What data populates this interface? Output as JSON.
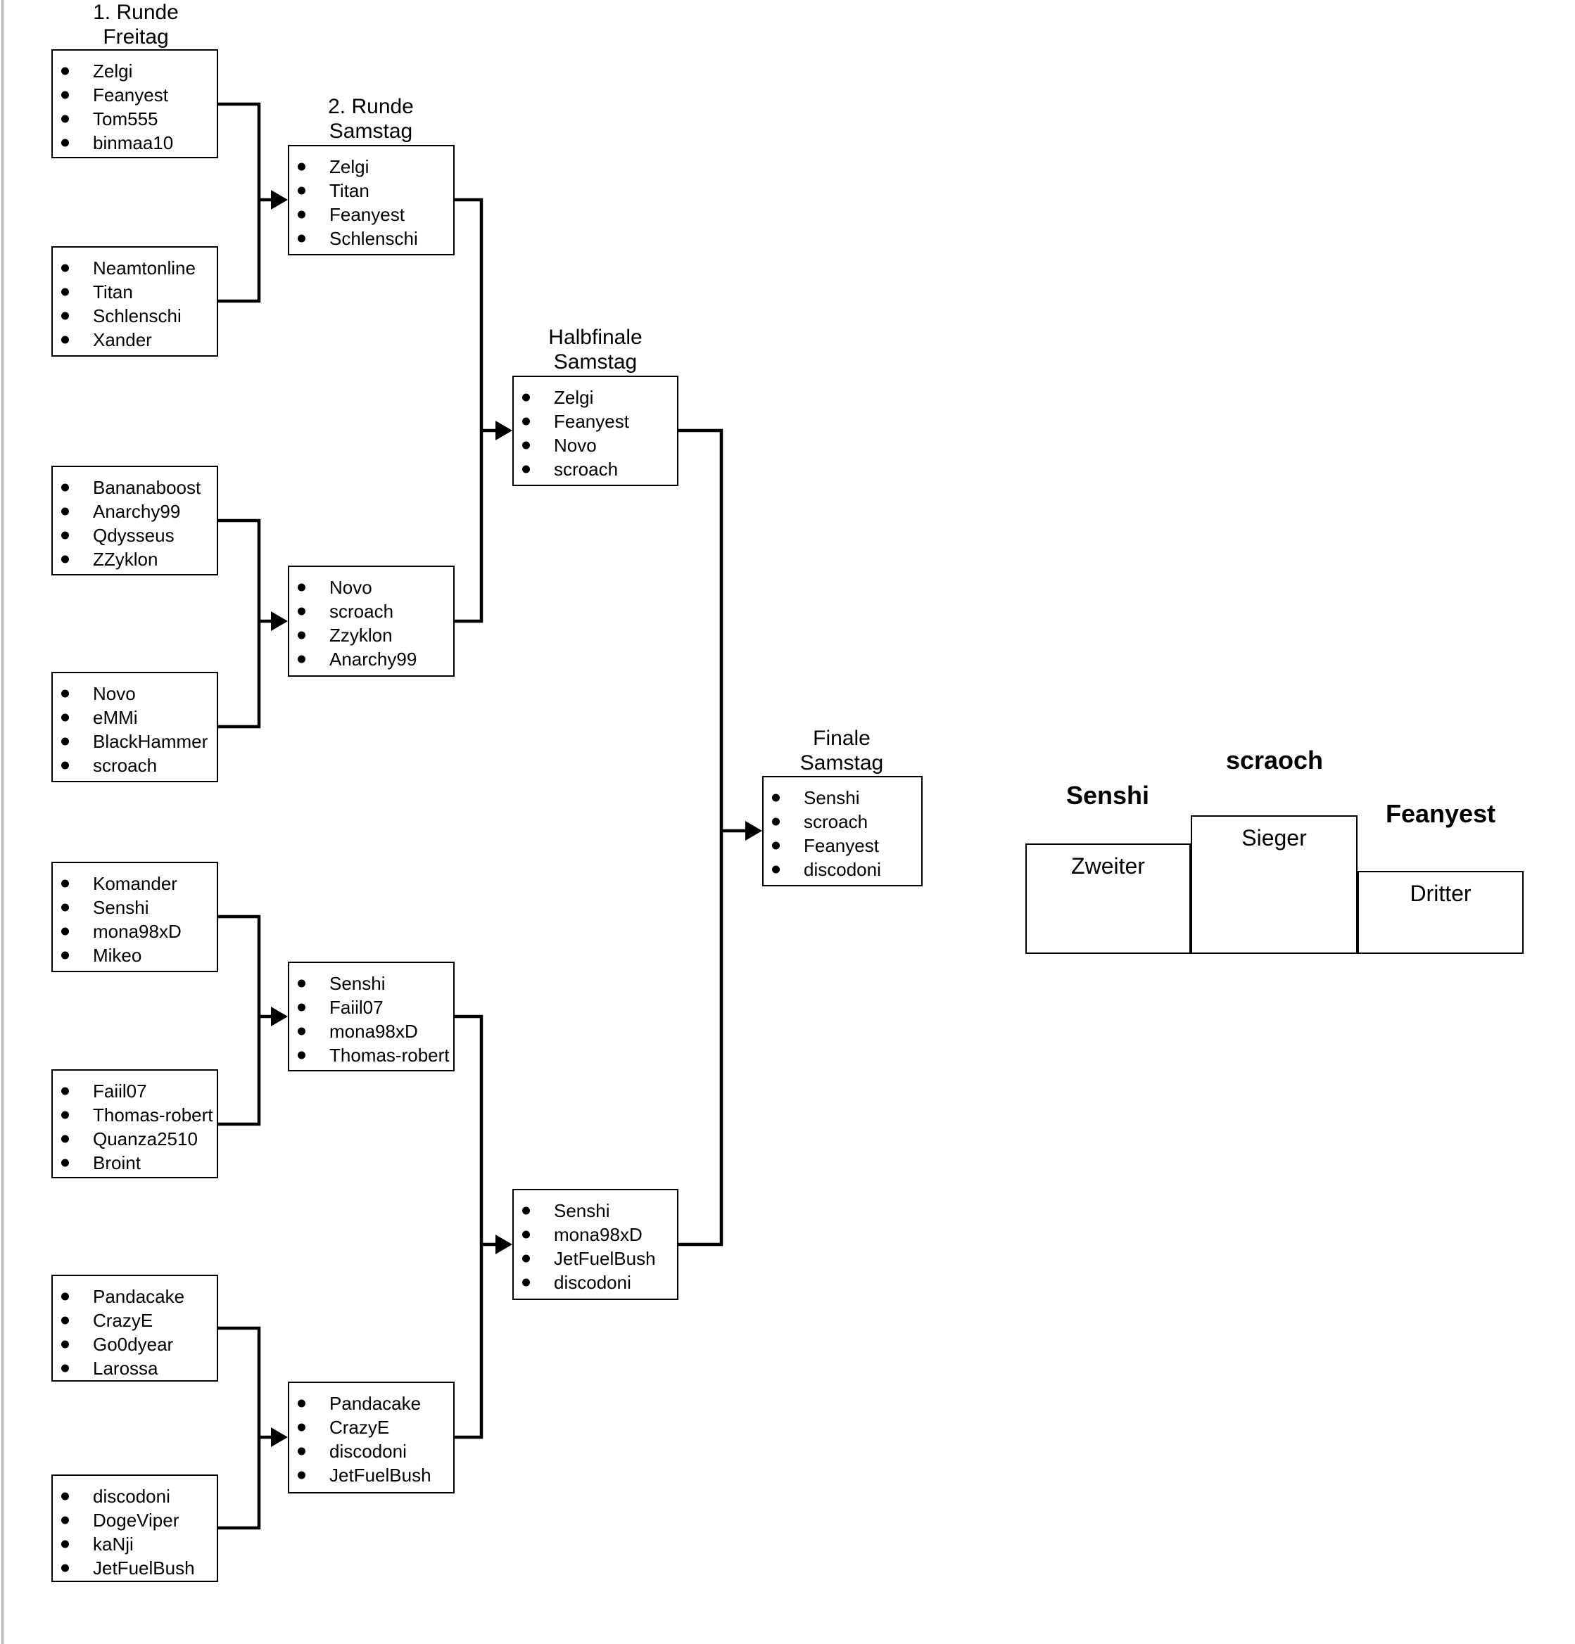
{
  "page": {
    "background": "#ffffff",
    "line_color": "#000000",
    "left_rule_color": "#b3b3b3"
  },
  "headings": {
    "round1": {
      "line1": "1. Runde",
      "line2": "Freitag"
    },
    "round2": {
      "line1": "2. Runde",
      "line2": "Samstag"
    },
    "semifinal": {
      "line1": "Halbfinale",
      "line2": "Samstag"
    },
    "final": {
      "line1": "Finale",
      "line2": "Samstag"
    }
  },
  "boxes": {
    "r1a": {
      "players": [
        "Zelgi",
        "Feanyest",
        "Tom555",
        "binmaa10"
      ]
    },
    "r1b": {
      "players": [
        "Neamtonline",
        "Titan",
        "Schlenschi",
        "Xander"
      ]
    },
    "r1c": {
      "players": [
        "Bananaboost",
        "Anarchy99",
        "Qdysseus",
        "ZZyklon"
      ]
    },
    "r1d": {
      "players": [
        "Novo",
        "eMMi",
        "BlackHammer",
        "scroach"
      ]
    },
    "r1e": {
      "players": [
        "Komander",
        "Senshi",
        "mona98xD",
        "Mikeo"
      ]
    },
    "r1f": {
      "players": [
        "Faiil07",
        "Thomas-robert",
        "Quanza2510",
        "Broint"
      ]
    },
    "r1g": {
      "players": [
        "Pandacake",
        "CrazyE",
        "Go0dyear",
        "Larossa"
      ]
    },
    "r1h": {
      "players": [
        "discodoni",
        "DogeViper",
        "kaNji",
        "JetFuelBush"
      ]
    },
    "r2a": {
      "players": [
        "Zelgi",
        "Titan",
        "Feanyest",
        "Schlenschi"
      ]
    },
    "r2b": {
      "players": [
        "Novo",
        "scroach",
        "Zzyklon",
        "Anarchy99"
      ]
    },
    "r2c": {
      "players": [
        "Senshi",
        "Faiil07",
        "mona98xD",
        "Thomas-robert"
      ]
    },
    "r2d": {
      "players": [
        "Pandacake",
        "CrazyE",
        "discodoni",
        "JetFuelBush"
      ]
    },
    "hfa": {
      "players": [
        "Zelgi",
        "Feanyest",
        "Novo",
        "scroach"
      ]
    },
    "hfb": {
      "players": [
        "Senshi",
        "mona98xD",
        "JetFuelBush",
        "discodoni"
      ]
    },
    "fin": {
      "players": [
        "Senshi",
        "scroach",
        "Feanyest",
        "discodoni"
      ]
    }
  },
  "podium": {
    "first": {
      "name": "scraoch",
      "caption": "Sieger"
    },
    "second": {
      "name": "Senshi",
      "caption": "Zweiter"
    },
    "third": {
      "name": "Feanyest",
      "caption": "Dritter"
    }
  }
}
